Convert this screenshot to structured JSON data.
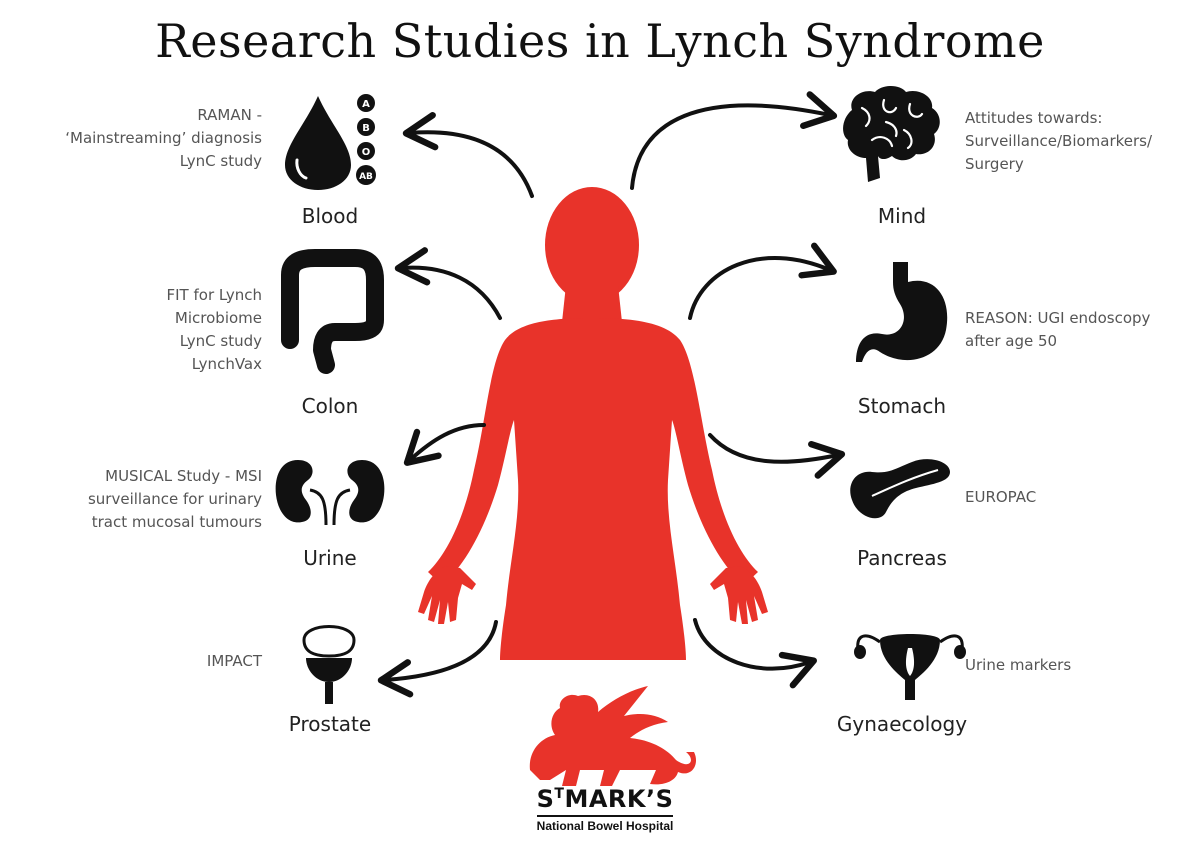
{
  "title": "Research Studies in Lynch Syndrome",
  "colors": {
    "body": "#e8332a",
    "icon": "#111111",
    "text": "#555555"
  },
  "organs": [
    {
      "id": "blood",
      "label": "Blood",
      "icon": "blood-drop-icon",
      "studies": "RAMAN -\n‘Mainstreaming’ diagnosis\nLynC study",
      "blood_types": [
        "A",
        "B",
        "O",
        "AB"
      ]
    },
    {
      "id": "colon",
      "label": "Colon",
      "icon": "colon-icon",
      "studies": "FIT for Lynch\nMicrobiome\nLynC study\nLynchVax"
    },
    {
      "id": "urine",
      "label": "Urine",
      "icon": "kidneys-icon",
      "studies": "MUSICAL Study - MSI\nsurveillance for urinary\ntract mucosal tumours"
    },
    {
      "id": "prostate",
      "label": "Prostate",
      "icon": "prostate-icon",
      "studies": "IMPACT"
    },
    {
      "id": "mind",
      "label": "Mind",
      "icon": "brain-icon",
      "studies": "Attitudes towards:\nSurveillance/Biomarkers/\nSurgery"
    },
    {
      "id": "stomach",
      "label": "Stomach",
      "icon": "stomach-icon",
      "studies": "REASON: UGI endoscopy\nafter age 50"
    },
    {
      "id": "pancreas",
      "label": "Pancreas",
      "icon": "pancreas-icon",
      "studies": "EUROPAC"
    },
    {
      "id": "gynaecology",
      "label": "Gynaecology",
      "icon": "uterus-icon",
      "studies": "Urine markers"
    }
  ],
  "logo": {
    "name": "STMARK’S",
    "name_prefix": "S",
    "name_super": "T",
    "name_rest": "MARK’S",
    "subtitle": "National Bowel Hospital"
  }
}
